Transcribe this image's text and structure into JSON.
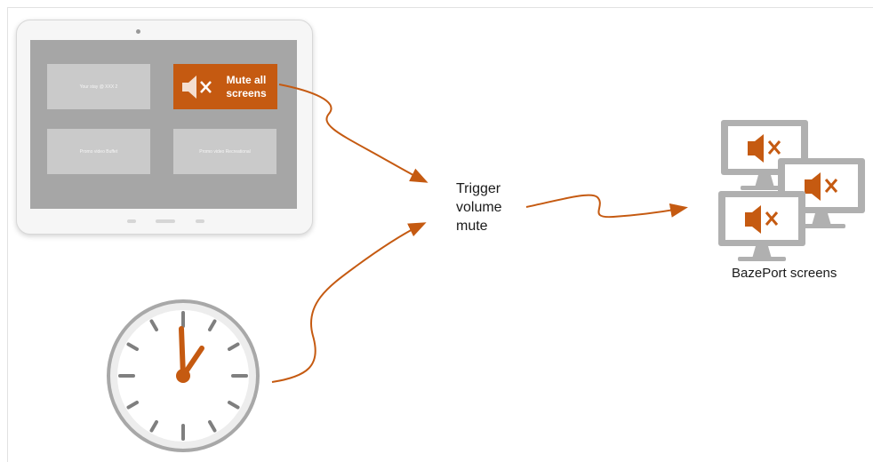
{
  "tablet": {
    "tiles": [
      {
        "label": "Your stay @ XXX 2"
      },
      {
        "label": "Mute all\nscreens",
        "icon": "speaker-muted-icon"
      },
      {
        "label": "Promo video Buffet"
      },
      {
        "label": "Promo video Recreational"
      }
    ]
  },
  "trigger": {
    "label": "Trigger\nvolume\nmute"
  },
  "screens": {
    "label": "BazePort screens",
    "icon": "monitor-muted-icon",
    "count": 3
  },
  "clock": {
    "icon": "clock-icon"
  },
  "colors": {
    "accent": "#c55a11",
    "monitor": "#b0b0b0",
    "tablet_screen": "#a6a6a6"
  }
}
